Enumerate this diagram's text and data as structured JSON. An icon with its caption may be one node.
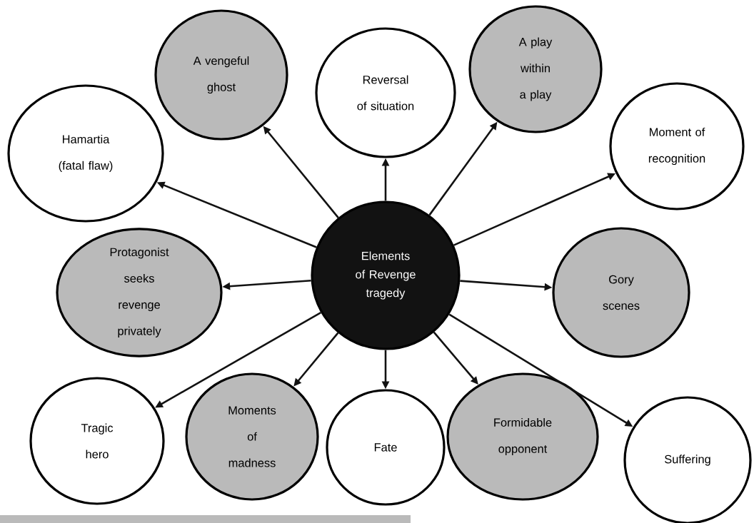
{
  "diagram": {
    "nodes": [
      {
        "text": [
          "Elements of Revenge tragedy"
        ]
      },
      {
        "text": [
          "Hamartia (fatal flaw)"
        ]
      },
      {
        "text": [
          "A vengeful ghost"
        ]
      },
      {
        "text": [
          "Reversal of situation"
        ]
      },
      {
        "text": [
          "A play within a play"
        ]
      },
      {
        "text": [
          "Moment of recognition"
        ]
      },
      {
        "text": [
          "Protagonist seeks revenge privately"
        ]
      },
      {
        "text": [
          "Gory scenes"
        ]
      },
      {
        "text": [
          "Tragic hero"
        ]
      },
      {
        "text": [
          "Moments of madness"
        ]
      },
      {
        "text": [
          "Fate"
        ]
      },
      {
        "text": [
          "Formidable opponent"
        ]
      },
      {
        "text": [
          "Suffering"
        ]
      }
    ],
    "edges": [
      {
        "from": 0,
        "to": 1,
        "arrow": "to"
      },
      {
        "from": 0,
        "to": 2,
        "arrow": "to"
      },
      {
        "from": 0,
        "to": 3,
        "arrow": "to"
      },
      {
        "from": 0,
        "to": 4,
        "arrow": "to"
      },
      {
        "from": 0,
        "to": 5,
        "arrow": "to"
      },
      {
        "from": 0,
        "to": 6,
        "arrow": "to"
      },
      {
        "from": 0,
        "to": 7,
        "arrow": "to"
      },
      {
        "from": 0,
        "to": 8,
        "arrow": "to"
      },
      {
        "from": 0,
        "to": 9,
        "arrow": "to"
      },
      {
        "from": 0,
        "to": 10,
        "arrow": "to"
      },
      {
        "from": 0,
        "to": 11,
        "arrow": "to"
      },
      {
        "from": 0,
        "to": 12,
        "arrow": "to"
      }
    ]
  }
}
